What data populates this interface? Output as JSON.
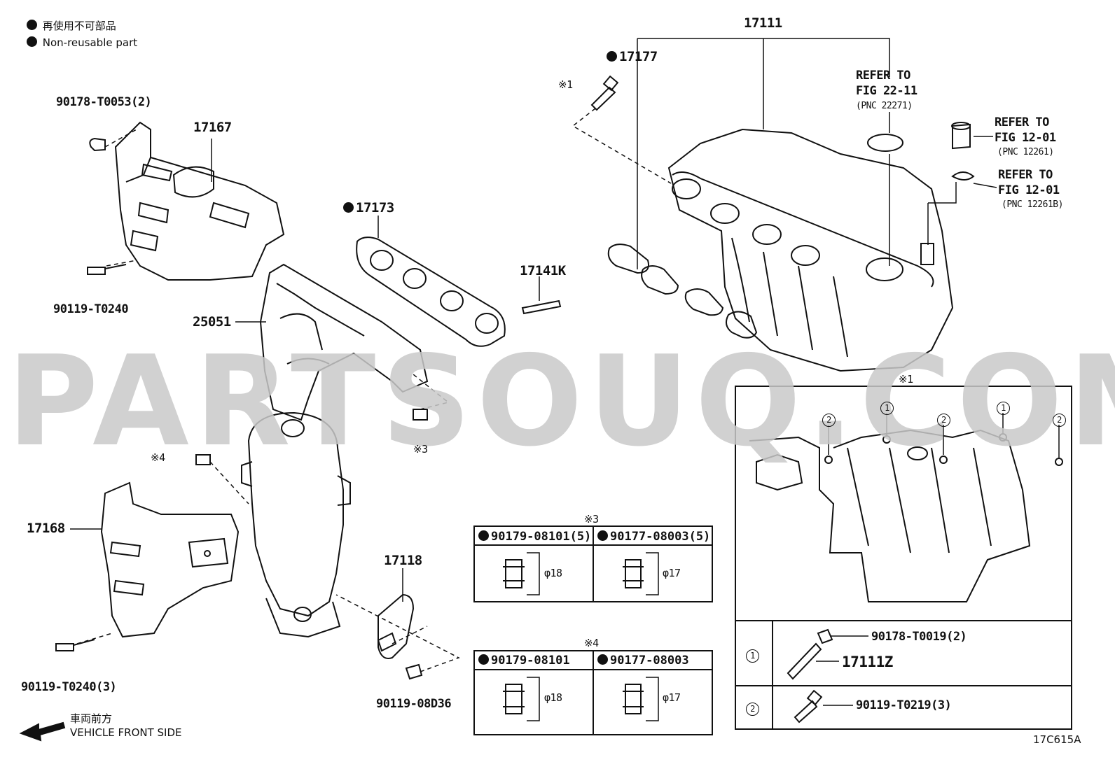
{
  "legend": {
    "line1": "再使用不可部品",
    "line2": "Non-reusable part"
  },
  "watermark": "PARTSOUQ.COM",
  "parts": {
    "p17111": "17111",
    "p17177": "17177",
    "p90178_T0053": "90178-T0053(2)",
    "p17167": "17167",
    "p90119_T0240": "90119-T0240",
    "p17173": "17173",
    "p17141K": "17141K",
    "p25051": "25051",
    "p17168": "17168",
    "p90119_T0240_3": "90119-T0240(3)",
    "p17118": "17118",
    "p90119_08D36": "90119-08D36",
    "ref1_line1": "REFER TO",
    "ref1_line2": "FIG 22-11",
    "ref1_line3": "(PNC 22271)",
    "ref2_line1": "REFER TO",
    "ref2_line2": "FIG 12-01",
    "ref2_line3": "(PNC 12261)",
    "ref3_line1": "REFER TO",
    "ref3_line2": "FIG 12-01",
    "ref3_line3": "(PNC 12261B)",
    "mark1": "※1",
    "mark3": "※3",
    "mark4": "※4"
  },
  "table3": {
    "title": "※3",
    "left": "90179-08101(5)",
    "right": "90177-08003(5)",
    "left_dim": "φ18",
    "right_dim": "φ17"
  },
  "table4": {
    "title": "※4",
    "left": "90179-08101",
    "right": "90177-08003",
    "left_dim": "φ18",
    "right_dim": "φ17"
  },
  "detail": {
    "title": "※1",
    "callout1": "1",
    "callout2": "2",
    "row1_a": "90178-T0019(2)",
    "row1_b": "17111Z",
    "row2": "90119-T0219(3)"
  },
  "footer": {
    "jp": "車両前方",
    "en": "VEHICLE FRONT SIDE",
    "code": "17C615A"
  }
}
